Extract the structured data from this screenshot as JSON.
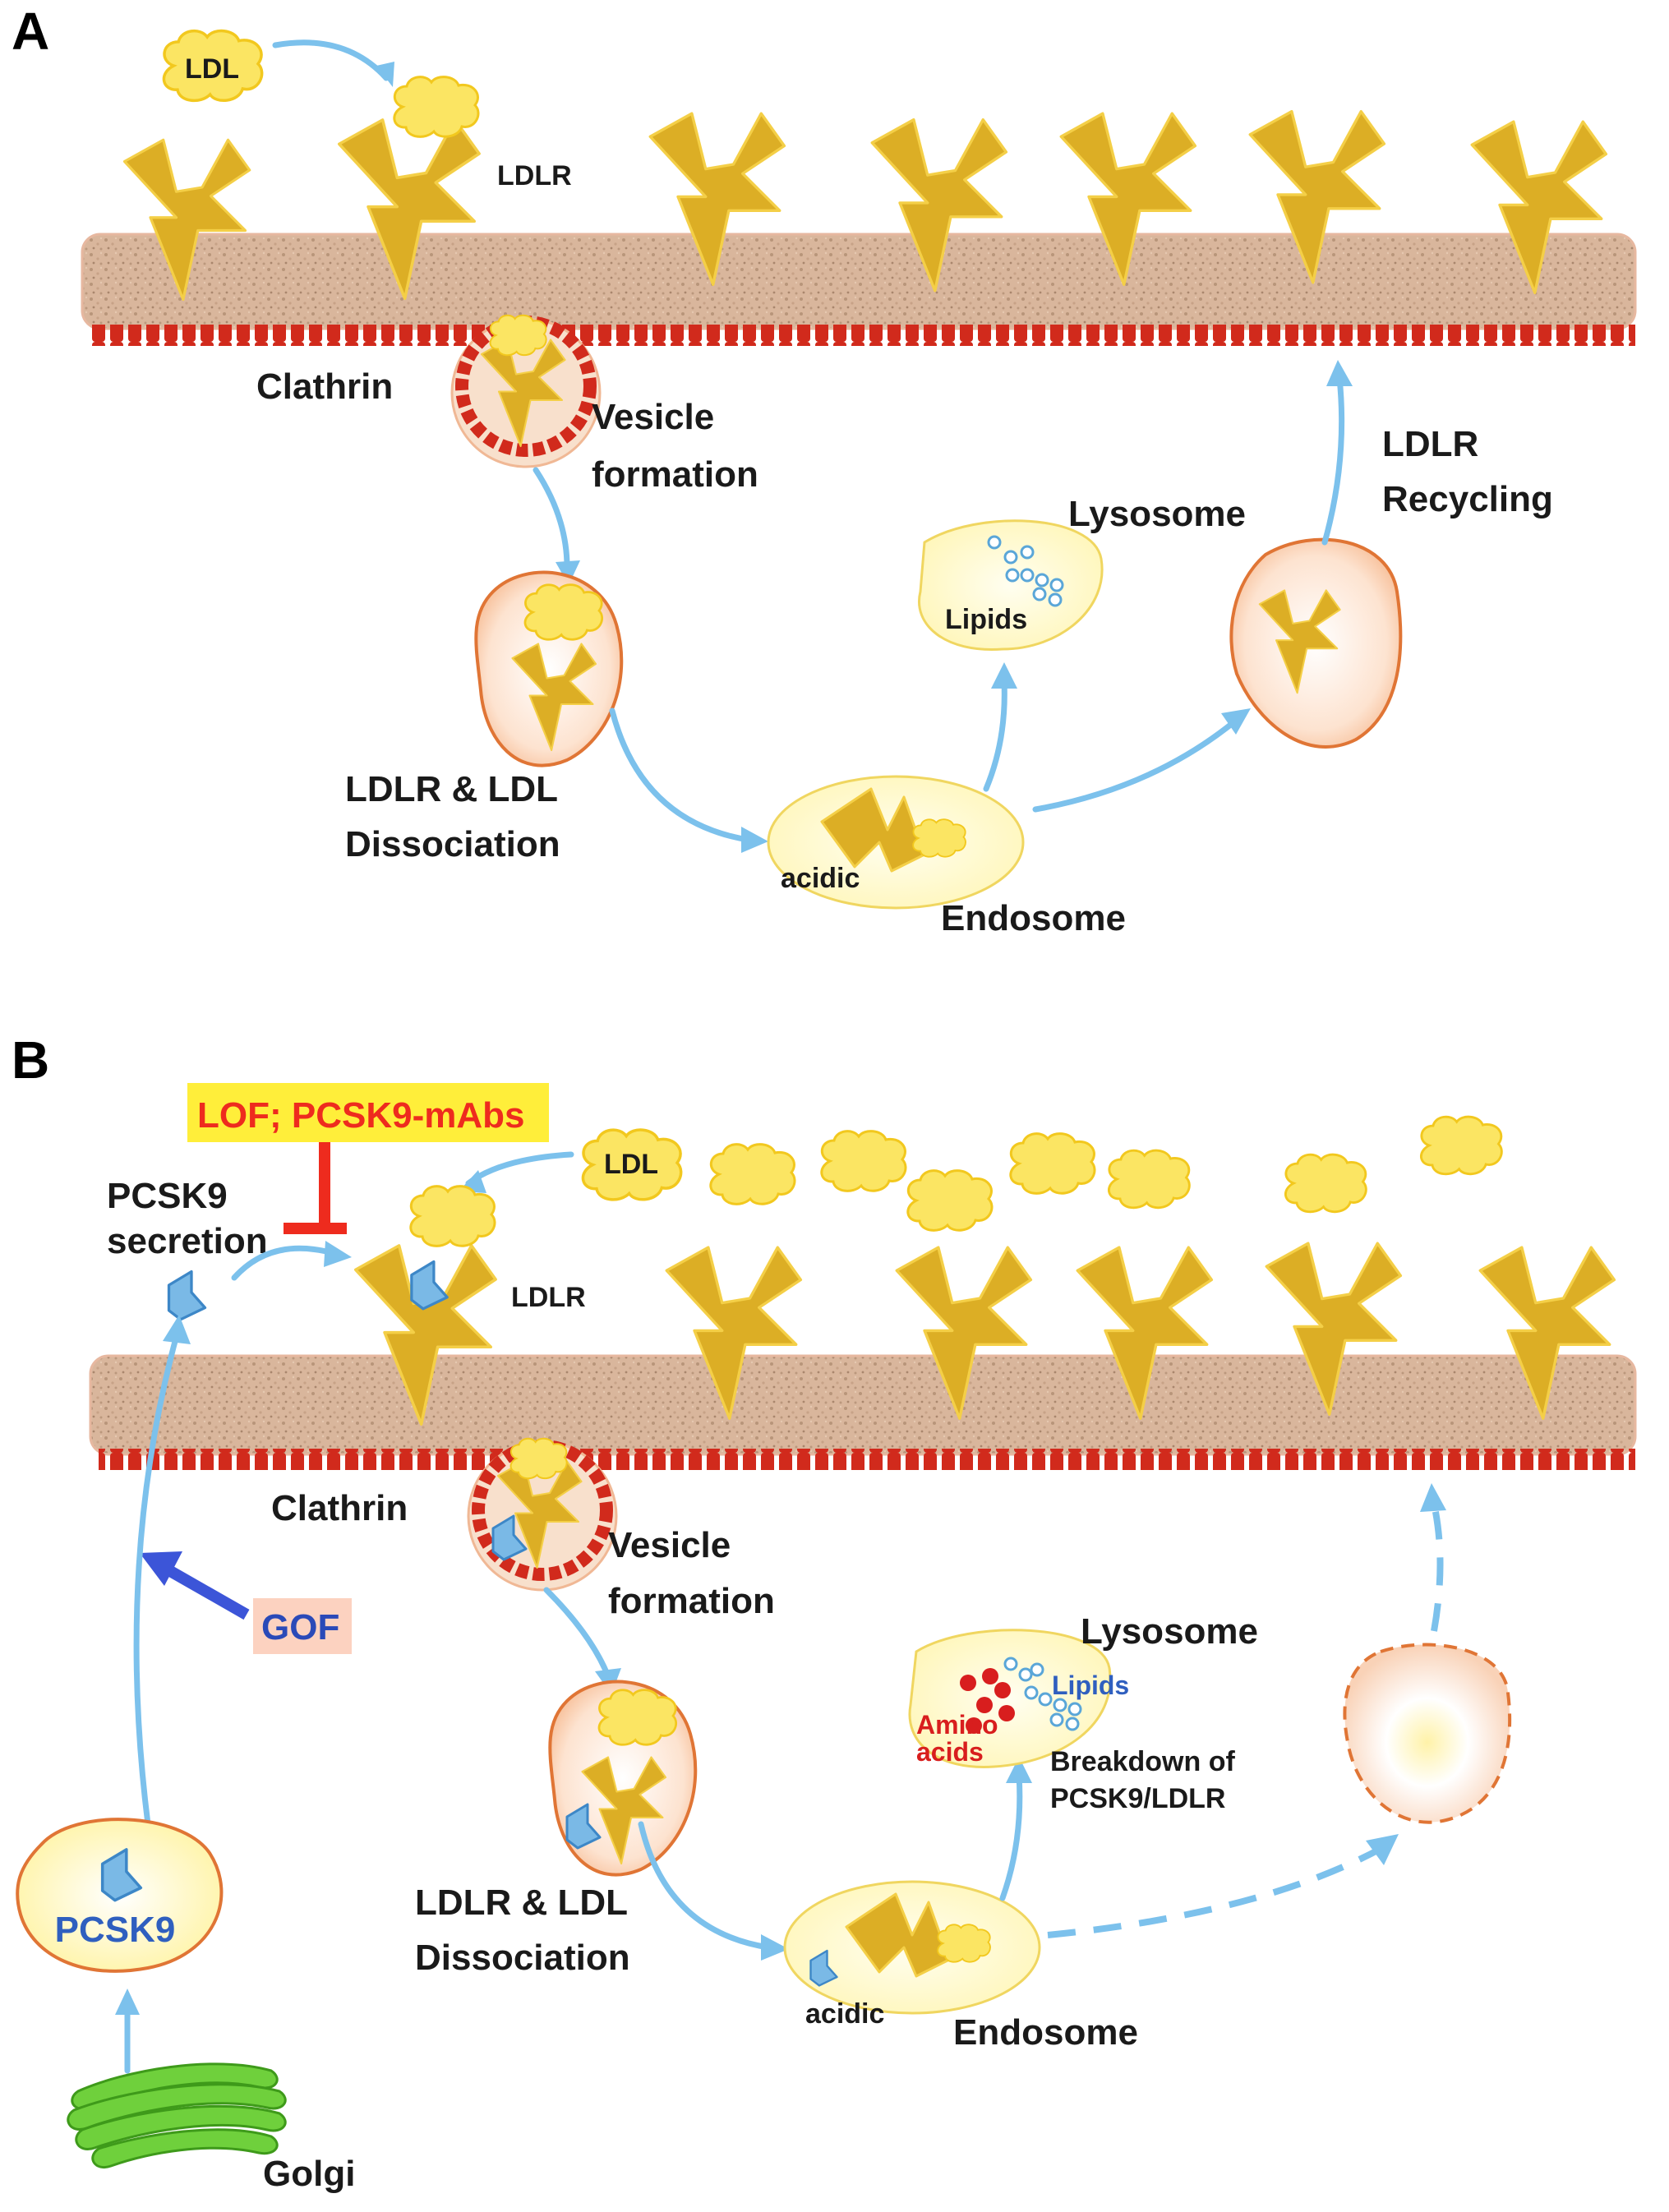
{
  "panelA": {
    "panel_label": "A",
    "ldl": "LDL",
    "ldlr": "LDLR",
    "clathrin": "Clathrin",
    "vesicle_1": "Vesicle",
    "vesicle_2": "formation",
    "lysosome": "Lysosome",
    "lipids": "Lipids",
    "recycling_1": "LDLR",
    "recycling_2": "Recycling",
    "dissociation_1": "LDLR & LDL",
    "dissociation_2": "Dissociation",
    "acidic": "acidic",
    "endosome": "Endosome"
  },
  "panelB": {
    "panel_label": "B",
    "lof": "LOF; PCSK9-mAbs",
    "ldl": "LDL",
    "pcsk9_secretion_1": "PCSK9",
    "pcsk9_secretion_2": "secretion",
    "ldlr": "LDLR",
    "clathrin": "Clathrin",
    "vesicle_1": "Vesicle",
    "vesicle_2": "formation",
    "gof": "GOF",
    "lysosome": "Lysosome",
    "lipids": "Lipids",
    "amino_1": "Amino",
    "amino_2": "acids",
    "breakdown_1": "Breakdown of",
    "breakdown_2": "PCSK9/LDLR",
    "pcsk9": "PCSK9",
    "dissociation_1": "LDLR & LDL",
    "dissociation_2": "Dissociation",
    "acidic": "acidic",
    "endosome": "Endosome",
    "golgi": "Golgi"
  },
  "colors": {
    "receptor": "#dcae25",
    "ldl_particle": "#fbe563",
    "membrane": "#d9b69c",
    "clathrin": "#d12a1c",
    "arrow": "#7cc1ec",
    "pcsk9": "#7ab9e6",
    "inhibition": "#ee2b1e",
    "gof_arrow": "#3c55d8",
    "golgi": "#57c02c"
  }
}
